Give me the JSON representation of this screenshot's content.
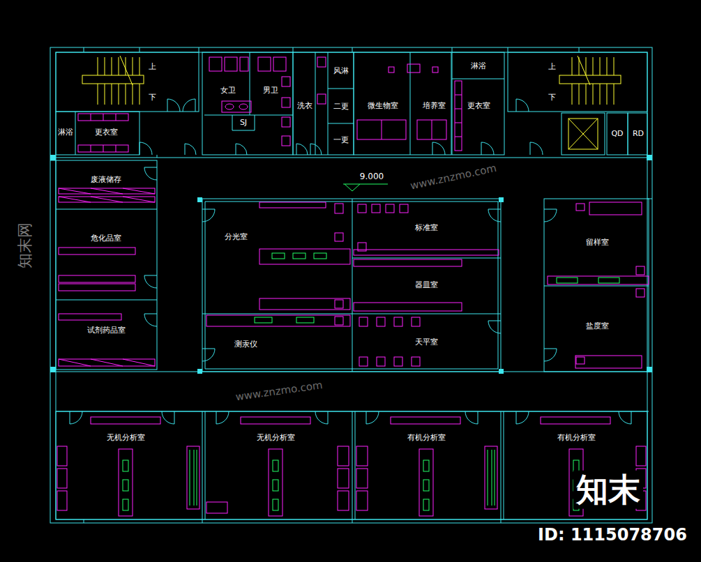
{
  "diagram": {
    "nodes": [
      {
        "text": [
          "上",
          "下"
        ]
      },
      {
        "text": [
          "淋浴"
        ]
      },
      {
        "text": [
          "更衣室"
        ]
      },
      {
        "text": [
          "女卫"
        ]
      },
      {
        "text": [
          "男卫"
        ]
      },
      {
        "text": [
          "SJ"
        ]
      },
      {
        "text": [
          "洗衣"
        ]
      },
      {
        "text": [
          "风淋"
        ]
      },
      {
        "text": [
          "二更"
        ]
      },
      {
        "text": [
          "一更"
        ]
      },
      {
        "text": [
          "微生物室"
        ]
      },
      {
        "text": [
          "培养室"
        ]
      },
      {
        "text": [
          "淋浴"
        ]
      },
      {
        "text": [
          "更衣室"
        ]
      },
      {
        "text": [
          "上",
          "下"
        ]
      },
      {
        "text": [
          "QD"
        ]
      },
      {
        "text": [
          "RD"
        ]
      },
      {
        "text": [
          "废液储存"
        ]
      },
      {
        "text": [
          "危化品室"
        ]
      },
      {
        "text": [
          "试剂药品室"
        ]
      },
      {
        "text": [
          "分光室"
        ]
      },
      {
        "text": [
          "标准室"
        ]
      },
      {
        "text": [
          "器皿室"
        ]
      },
      {
        "text": [
          "测汞仪"
        ]
      },
      {
        "text": [
          "天平室"
        ]
      },
      {
        "text": [
          "留样室"
        ]
      },
      {
        "text": [
          "盐度室"
        ]
      },
      {
        "text": [
          "无机分析室"
        ]
      },
      {
        "text": [
          "无机分析室"
        ]
      },
      {
        "text": [
          "有机分析室"
        ]
      },
      {
        "text": [
          "有机分析室"
        ]
      }
    ],
    "labels": [
      "9.000",
      "知末",
      "ID: 1115078706",
      "知末网",
      "www.znzmo.com",
      "www.znzmo.com"
    ]
  }
}
